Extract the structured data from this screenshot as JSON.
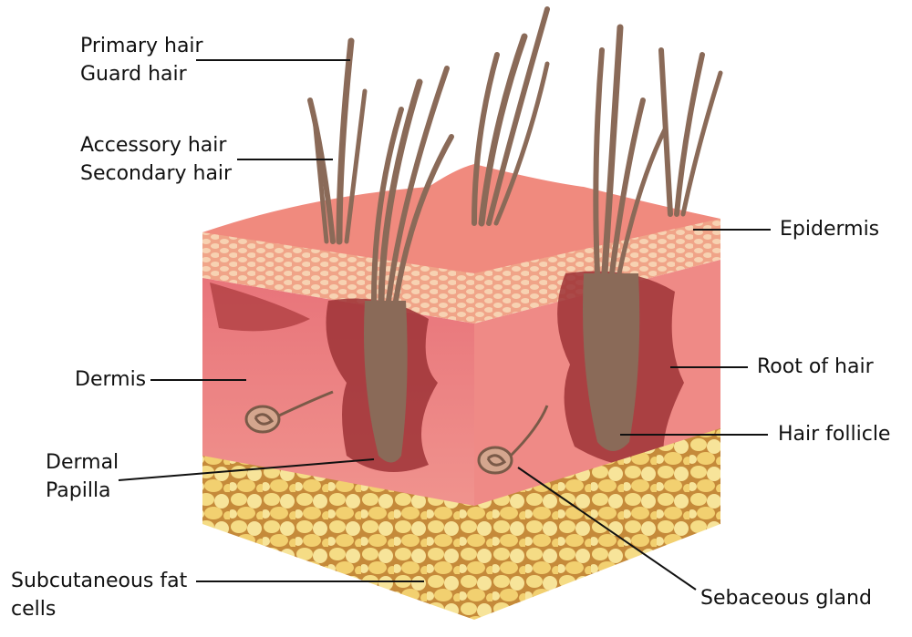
{
  "labels": {
    "primary_hair": [
      "Primary hair",
      "Guard hair"
    ],
    "accessory_hair": [
      "Accessory hair",
      "Secondary hair"
    ],
    "epidermis": "Epidermis",
    "dermis": "Dermis",
    "root_of_hair": "Root of hair",
    "hair_follicle": "Hair follicle",
    "dermal_papilla": [
      "Dermal",
      "Papilla"
    ],
    "subcutaneous_fat": [
      "Subcutaneous fat",
      "cells"
    ],
    "sebaceous_gland": "Sebaceous gland"
  },
  "colors": {
    "skin_top": "#f28a80",
    "epidermis_cells": "#f2c4a0",
    "dermis": "#ee8a88",
    "dermis_dark": "#a8383a",
    "hair": "#8a6a58",
    "fat": "#f2d67a",
    "leader_line": "#111111"
  }
}
